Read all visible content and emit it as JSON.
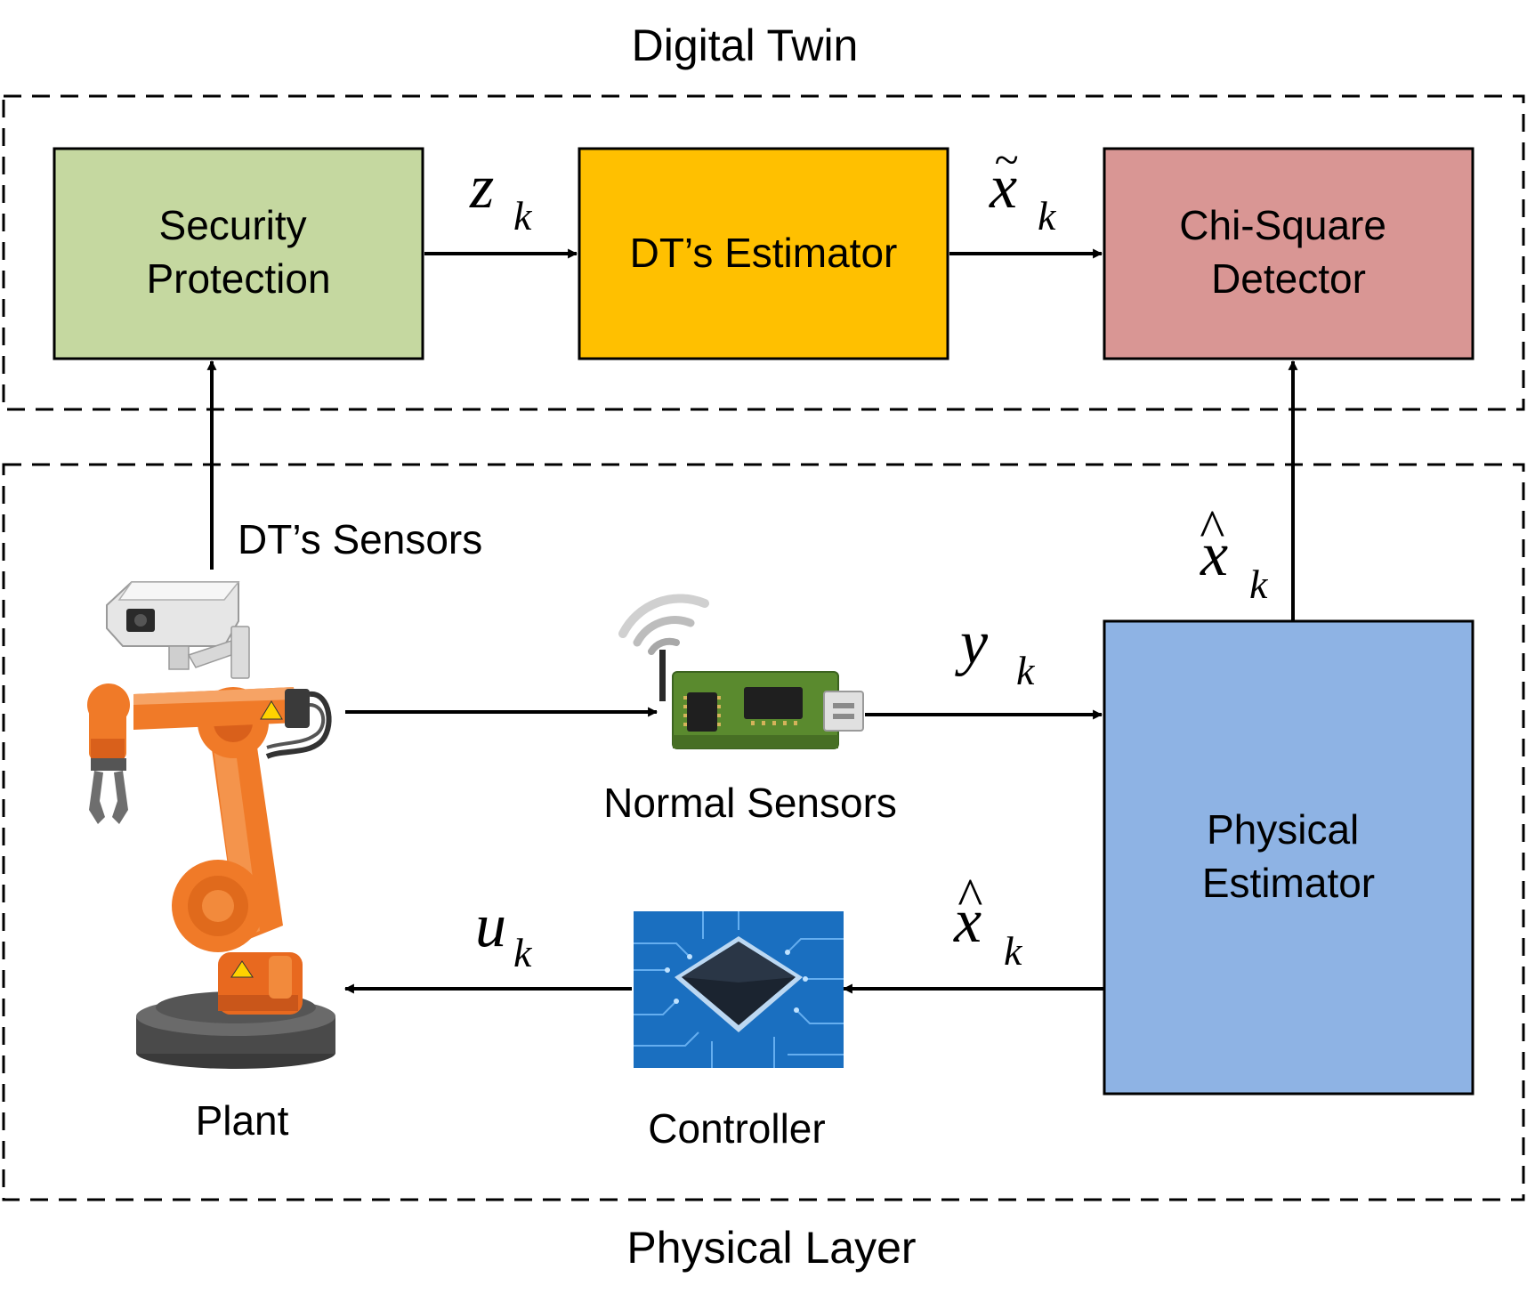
{
  "layers": {
    "digital_twin": "Digital Twin",
    "physical": "Physical Layer"
  },
  "blocks": {
    "security": [
      "Security",
      "Protection"
    ],
    "dt_estimator": "DT’s Estimator",
    "chi_square": [
      "Chi-Square",
      "Detector"
    ],
    "physical_estimator": [
      "Physical",
      "Estimator"
    ]
  },
  "components": {
    "dt_sensors": "DT’s Sensors",
    "normal_sensors": "Normal Sensors",
    "plant": "Plant",
    "controller": "Controller"
  },
  "signals": {
    "z": {
      "sym": "z",
      "sub": "k"
    },
    "x_tilde": {
      "sym": "x",
      "accent": "~",
      "sub": "k"
    },
    "x_hat_up": {
      "sym": "x",
      "accent": "^",
      "sub": "k"
    },
    "y": {
      "sym": "y",
      "sub": "k"
    },
    "x_hat_ctrl": {
      "sym": "x",
      "accent": "^",
      "sub": "k"
    },
    "u": {
      "sym": "u",
      "sub": "k"
    }
  },
  "colors": {
    "security": "#c5d8a0",
    "dt_estimator": "#ffc000",
    "chi_square": "#d99694",
    "physical_estimator": "#8eb3e4",
    "robot_orange": "#f07a28",
    "chip_blue": "#1a6fc0",
    "pcb_green": "#5a8a2e"
  },
  "icons": {
    "camera": "security-camera-icon",
    "robot": "robot-arm-icon",
    "sensor": "wireless-sensor-board-icon",
    "chip": "microchip-icon"
  }
}
